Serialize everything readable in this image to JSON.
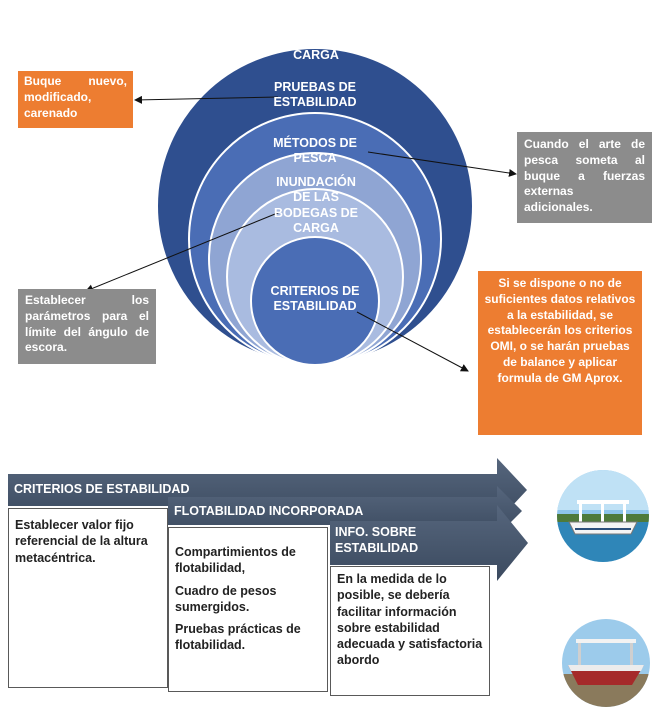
{
  "circles": {
    "outer": "SUBDIVISIONES DE LAS BODEGAS DE CARGA",
    "second": "PRUEBAS DE ESTABILIDAD",
    "third": "MÉTODOS DE PESCA",
    "fourth": "INUNDACIÓN DE LAS BODEGAS DE CARGA",
    "inner": "CRITERIOS DE ESTABILIDAD"
  },
  "callouts": {
    "buque": "Buque nuevo, modificado, carenado",
    "arte_pesca": "Cuando el arte de pesca someta al buque a fuerzas externas adicionales.",
    "angulo_escora": "Establecer los parámetros para el límite del ángulo de escora.",
    "criterios_omi": "Si se dispone o no de suficientes datos relativos a la estabilidad, se establecerán los criterios OMI, o se harán pruebas de balance y aplicar formula de GM Aprox."
  },
  "process": {
    "bar1": {
      "title": "CRITERIOS DE ESTABILIDAD",
      "items": [
        "Establecer valor fijo referencial de la altura metacéntrica."
      ]
    },
    "bar2": {
      "title": "FLOTABILIDAD INCORPORADA",
      "items": [
        "Compartimientos de flotabilidad,",
        "Cuadro de pesos sumergidos.",
        "Pruebas prácticas de flotabilidad."
      ]
    },
    "bar3": {
      "title": "INFO. SOBRE ESTABILIDAD",
      "items": [
        "En la medida de lo posible, se debería facilitar información sobre estabilidad adecuada y satisfactoria abordo"
      ]
    }
  },
  "colors": {
    "ring1": "#2F4F8F",
    "ring2": "#4A6DB5",
    "ring3": "#8FA5D3",
    "ring4": "#A9BBE0",
    "inner": "#4A6DB5",
    "orange": "#ED7D31",
    "gray": "#8C8C8C",
    "bar": "#44546A"
  },
  "images": [
    "boat-photo",
    "hull-photo"
  ]
}
